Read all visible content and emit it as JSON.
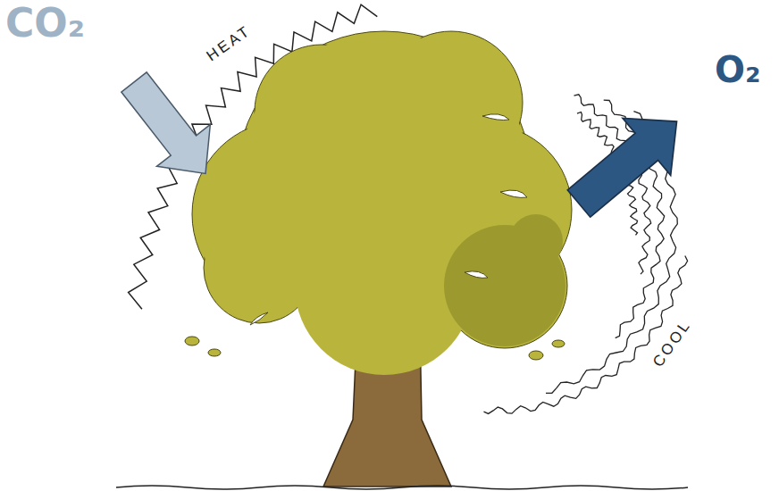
{
  "diagram": {
    "labels": [
      "CO₂",
      "HEAT",
      "O₂",
      "COOL"
    ]
  }
}
